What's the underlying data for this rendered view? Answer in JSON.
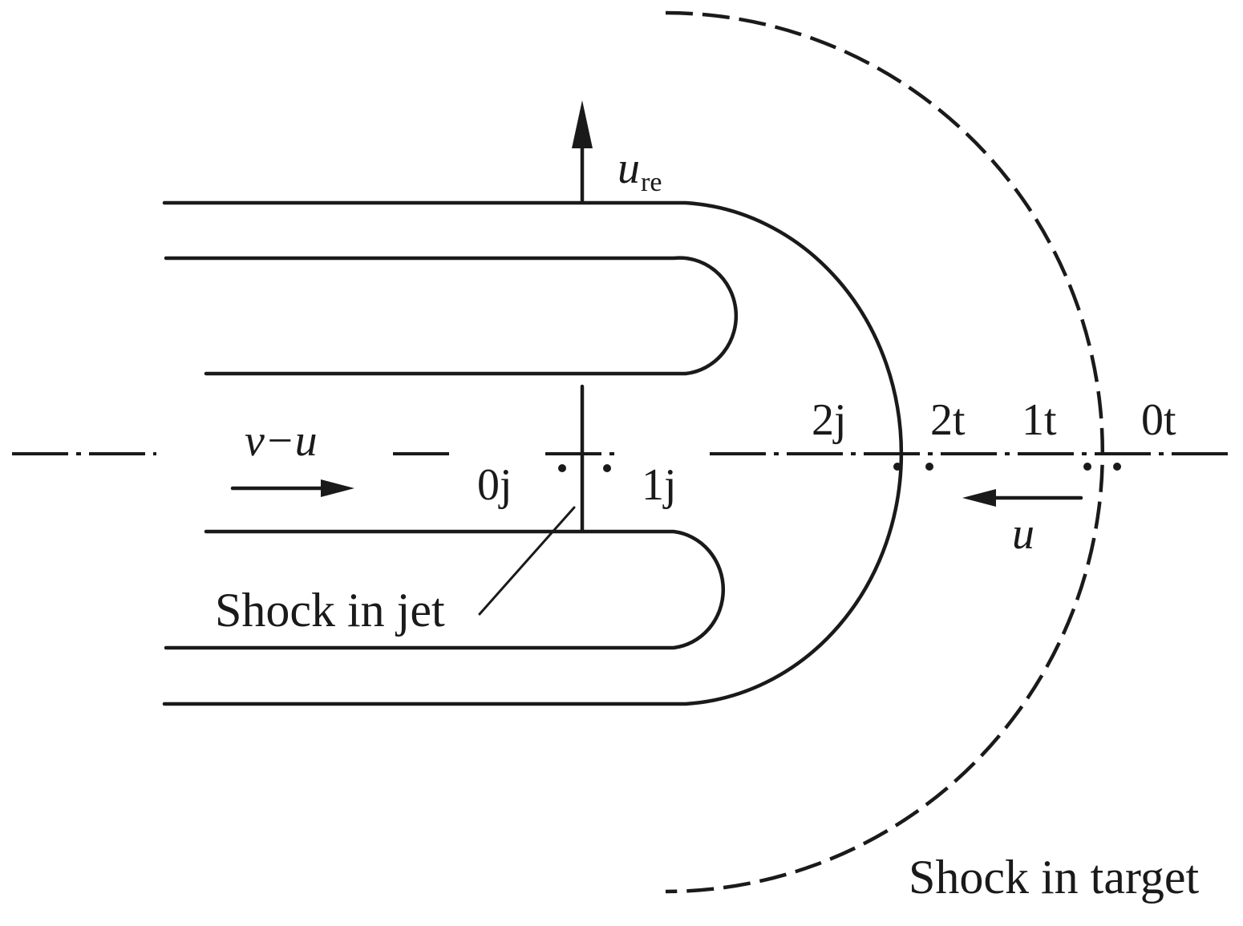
{
  "diagram": {
    "labels": {
      "u_re_main": "u",
      "u_re_sub": "re",
      "v_minus_u": "v−u",
      "zero_j": "0j",
      "one_j": "1j",
      "two_j": "2j",
      "two_t": "2t",
      "one_t": "1t",
      "zero_t": "0t",
      "u": "u",
      "shock_in_jet": "Shock in jet",
      "shock_in_target": "Shock in target"
    }
  }
}
